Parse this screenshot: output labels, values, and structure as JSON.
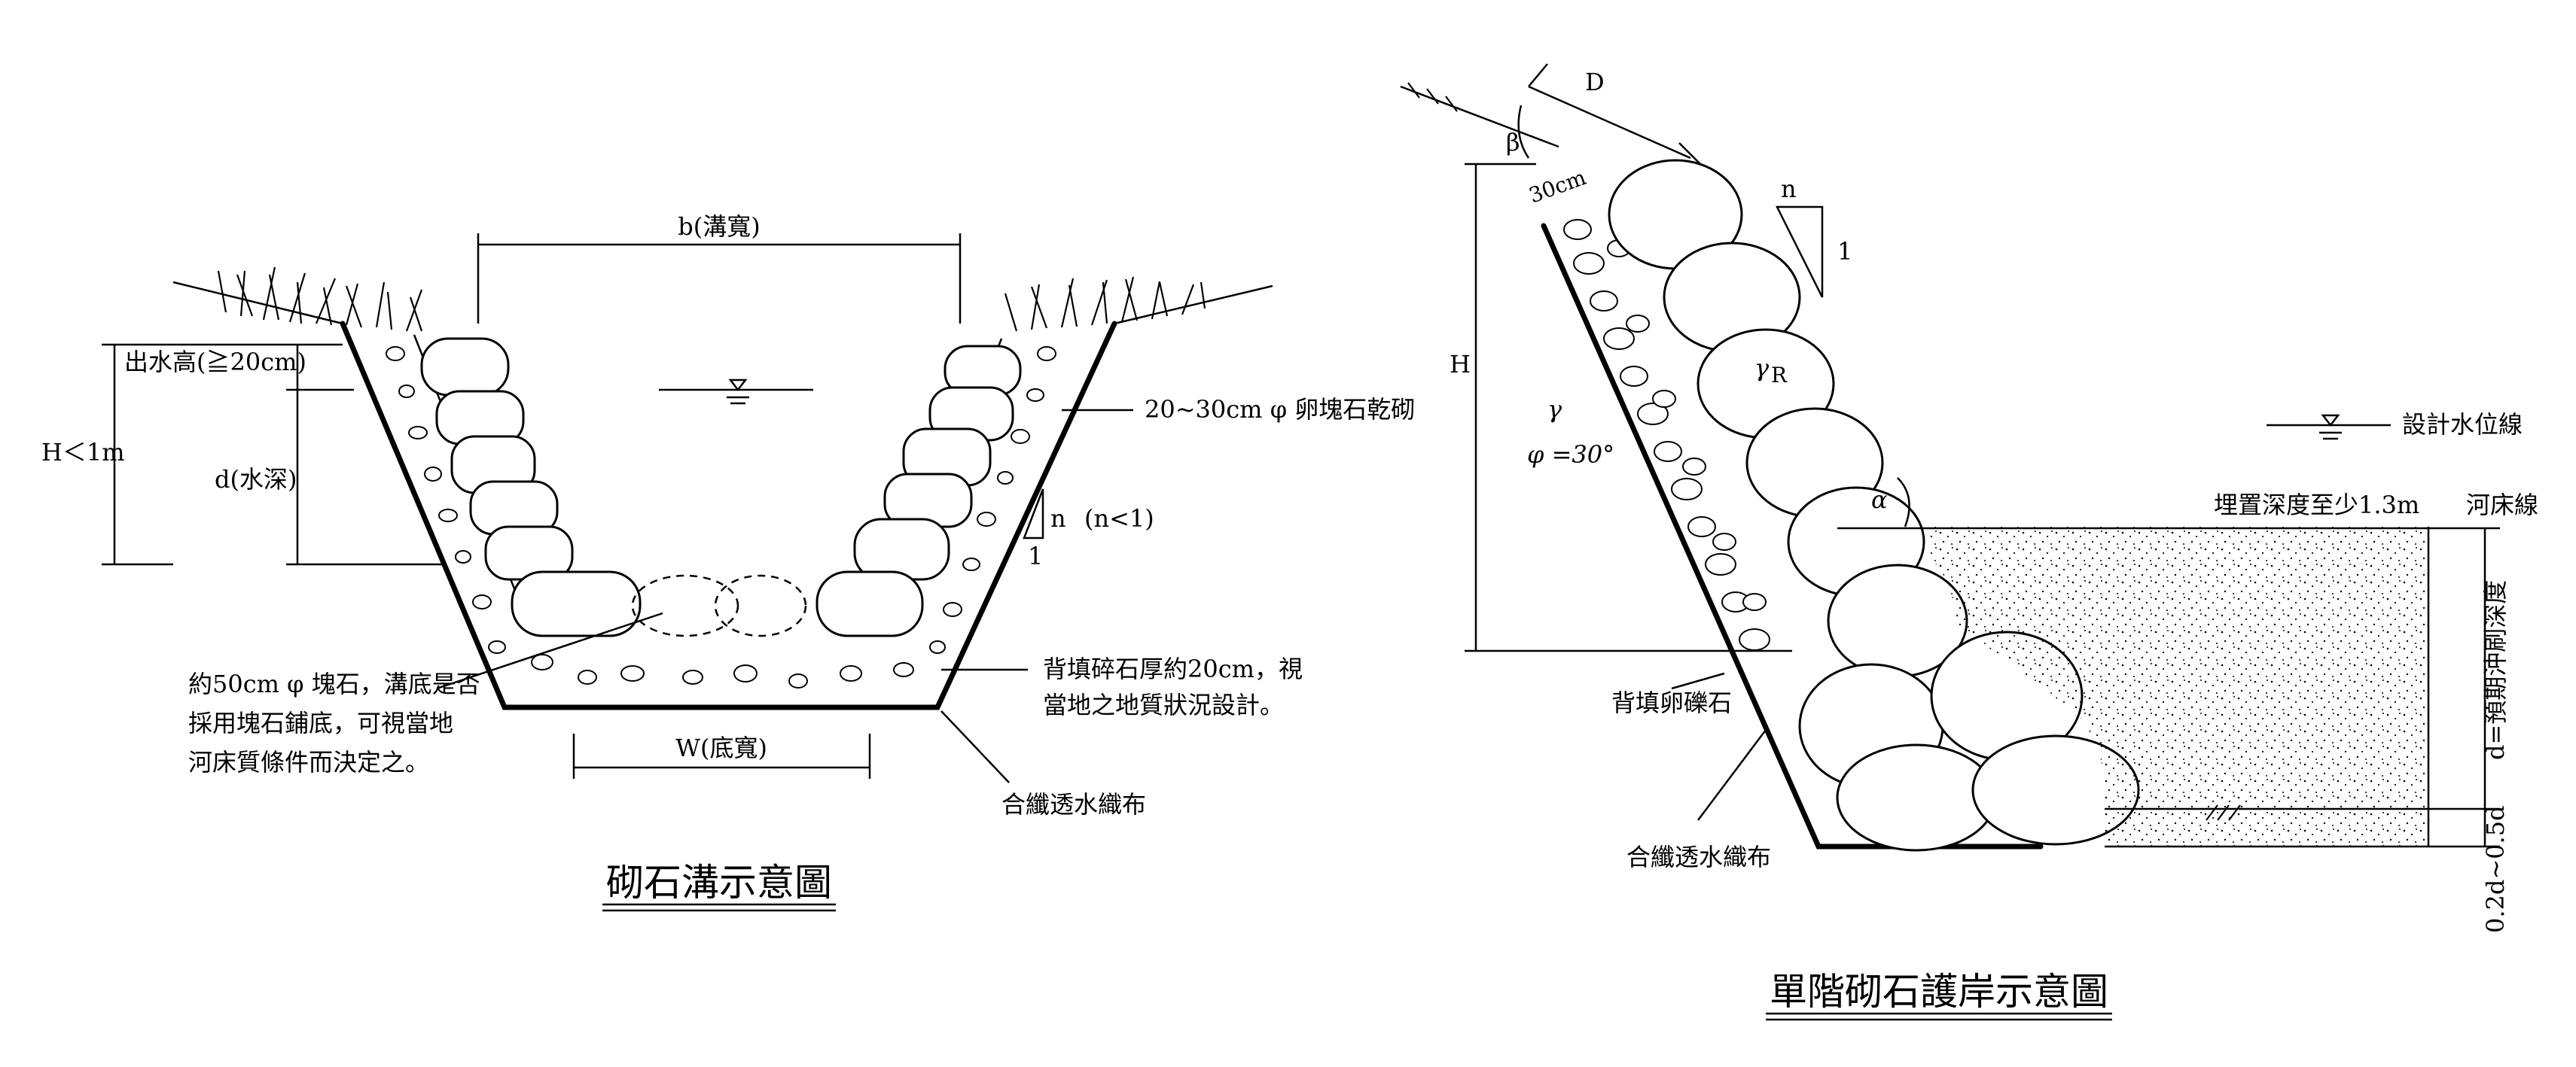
{
  "left_figure": {
    "title": "砌石溝示意圖",
    "channel_width": "b(溝寬)",
    "freeboard": "出水高(≧20cm)",
    "height": "H＜1m",
    "depth": "d(水深)",
    "stone_spec": "20~30cm φ 卵塊石乾砌",
    "slope_n": "n",
    "slope_cond": "(n<1)",
    "slope_one": "1",
    "bottom_note": [
      "約50cm φ 塊石，溝底是否",
      "採用塊石鋪底，可視當地",
      "河床質條件而決定之。"
    ],
    "backfill_note": [
      "背填碎石厚約20cm，視",
      "當地之地質狀況設計。"
    ],
    "bottom_width": "W(底寬)",
    "geotextile": "合纖透水織布"
  },
  "right_figure": {
    "title": "單階砌石護岸示意圖",
    "d_label": "D",
    "beta": "β",
    "thickness": "30cm",
    "slope_n": "n",
    "slope_one": "1",
    "height": "H",
    "gamma": "γ",
    "phi": "φ =30°",
    "gamma_r": "γ",
    "gamma_r_sub": "R",
    "alpha": "α",
    "design_water": "設計水位線",
    "embed_depth": "埋置深度至少1.3m",
    "riverbed": "河床線",
    "scour": "d=預期沖刷深度",
    "lower": "0.2d~0.5d",
    "backfill": "背填卵礫石",
    "geotextile": "合纖透水織布"
  }
}
